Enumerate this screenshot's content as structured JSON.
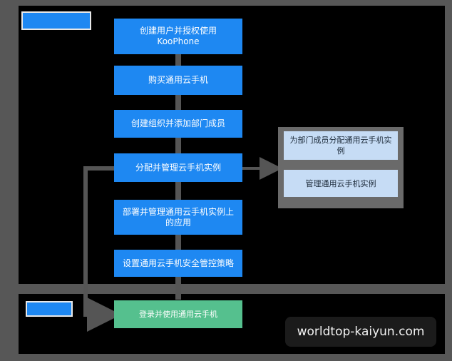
{
  "colors": {
    "node_blue": "#1e88f2",
    "node_green": "#55c08e",
    "node_light": "#c6dcf5",
    "lane_border": "#575757",
    "connector": "#555555"
  },
  "flow": {
    "steps": [
      "创建用户并授权使用KooPhone",
      "购买通用云手机",
      "创建组织并添加部门成员",
      "分配并管理云手机实例",
      "部署并管理通用云手机实例上的应用",
      "设置通用云手机安全管控策略"
    ],
    "side": [
      "为部门成员分配通用云手机实例",
      "管理通用云手机实例"
    ],
    "user_step": "登录并使用通用云手机"
  },
  "watermark": "worldtop-kaiyun.com"
}
